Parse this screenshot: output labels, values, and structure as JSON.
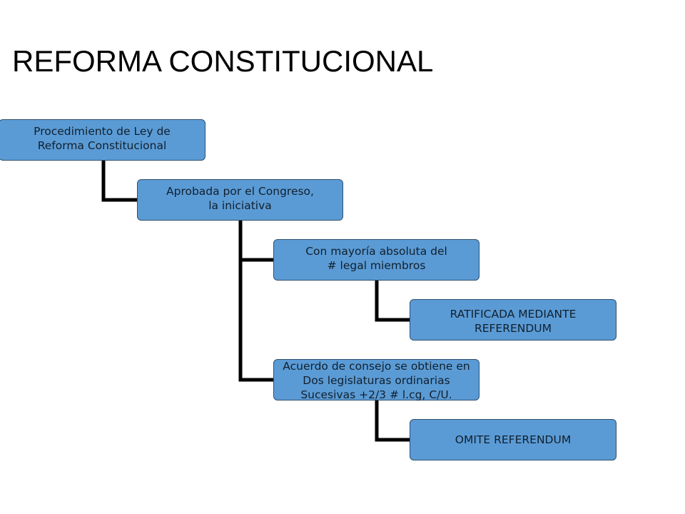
{
  "title": "REFORMA CONSTITUCIONAL",
  "nodes": {
    "n1": "Procedimiento de Ley de\nReforma Constitucional",
    "n2": "Aprobada por el Congreso,\nla iniciativa",
    "n3": "Con mayoría absoluta del\n# legal miembros",
    "n4": "RATIFICADA MEDIANTE\nREFERENDUM",
    "n5": "Acuerdo de consejo  se obtiene en\nDos legislaturas ordinarias\nSucesivas +2/3 # l.cg, C/U.",
    "n6": "OMITE REFERENDUM"
  },
  "colors": {
    "node_fill": "#5b9bd5",
    "node_border": "#2f4f6f",
    "connector": "#000000"
  }
}
